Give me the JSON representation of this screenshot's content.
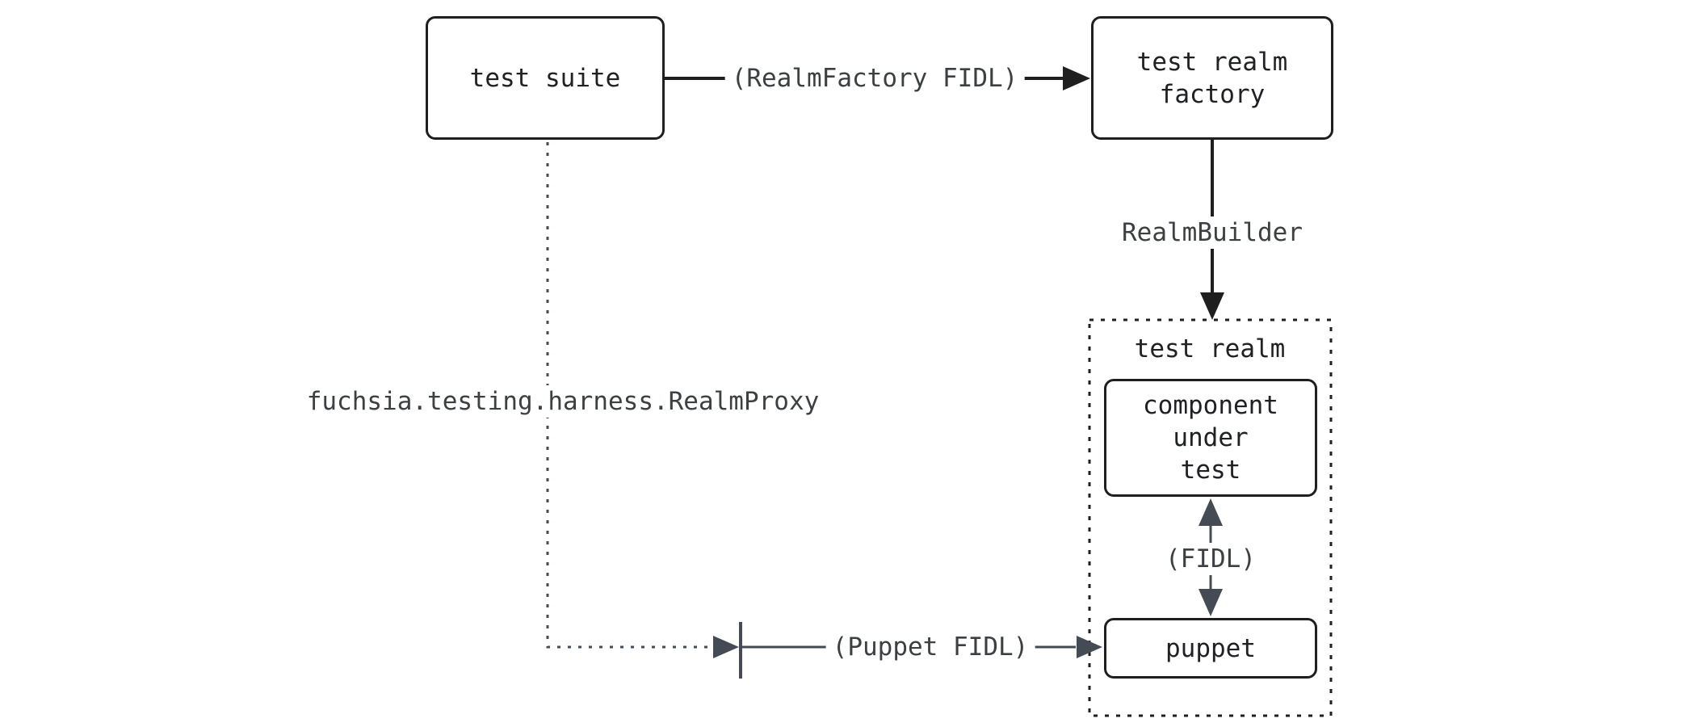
{
  "colors": {
    "background": "#ffffff",
    "box_border": "#1f1f1f",
    "box_text": "#202124",
    "edge_black": "#1f1f1f",
    "edge_slate": "#444b55",
    "edge_label_text": "#3c4043"
  },
  "nodes": {
    "test_suite": {
      "label": "test suite"
    },
    "test_realm_factory": {
      "label": "test realm\nfactory"
    },
    "test_realm": {
      "label": "test realm"
    },
    "component_under_test": {
      "label": "component\nunder\ntest"
    },
    "puppet": {
      "label": "puppet"
    }
  },
  "edges": {
    "realm_factory_fidl": {
      "label": "(RealmFactory FIDL)",
      "from": "test suite",
      "to": "test realm factory",
      "style": "solid black arrow"
    },
    "realm_builder": {
      "label": "RealmBuilder",
      "from": "test realm factory",
      "to": "test realm",
      "style": "solid black arrow"
    },
    "realm_proxy": {
      "label": "fuchsia.testing.harness.RealmProxy",
      "from": "test suite",
      "to": "puppet junction",
      "style": "dotted gray arrow"
    },
    "puppet_fidl": {
      "label": "(Puppet FIDL)",
      "from": "puppet junction",
      "to": "puppet",
      "style": "solid gray arrow"
    },
    "fidl": {
      "label": "(FIDL)",
      "from": "component under test",
      "to": "puppet",
      "style": "double-headed gray arrow"
    }
  }
}
